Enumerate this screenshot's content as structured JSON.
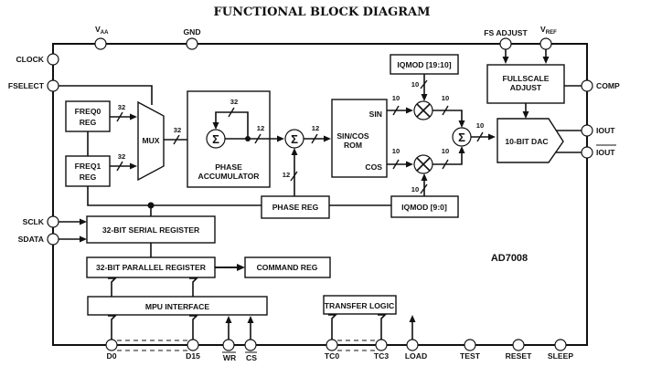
{
  "title": "FUNCTIONAL BLOCK DIAGRAM",
  "chip_name": "AD7008",
  "pins": {
    "vaa": {
      "main": "V",
      "sub": "AA"
    },
    "gnd": "GND",
    "fs_adjust": "FS ADJUST",
    "vref": {
      "main": "V",
      "sub": "REF"
    },
    "clock": "CLOCK",
    "fselect": "FSELECT",
    "sclk": "SCLK",
    "sdata": "SDATA",
    "comp": "COMP",
    "iout": "IOUT",
    "iout_bar": "IOUT",
    "d0": "D0",
    "d15": "D15",
    "wr": "WR",
    "cs": "CS",
    "tc0": "TC0",
    "tc3": "TC3",
    "load": "LOAD",
    "test": "TEST",
    "reset": "RESET",
    "sleep": "SLEEP"
  },
  "blocks": {
    "freq0_reg": [
      "FREQ0",
      "REG"
    ],
    "freq1_reg": [
      "FREQ1",
      "REG"
    ],
    "mux": "MUX",
    "phase_accumulator": [
      "PHASE",
      "ACCUMULATOR"
    ],
    "sin_cos_rom": [
      "SIN/COS",
      "ROM"
    ],
    "sin_out": "SIN",
    "cos_out": "COS",
    "iqmod_hi": "IQMOD [19:10]",
    "iqmod_lo": "IQMOD [9:0]",
    "fullscale_adjust": [
      "FULLSCALE",
      "ADJUST"
    ],
    "dac": "10-BIT DAC",
    "phase_reg": "PHASE REG",
    "serial_register": "32-BIT SERIAL REGISTER",
    "parallel_register": "32-BIT  PARALLEL REGISTER",
    "command_reg": "COMMAND REG",
    "mpu_interface": "MPU INTERFACE",
    "transfer_logic": "TRANSFER LOGIC"
  },
  "symbols": {
    "sum": "Σ",
    "multiply": "×"
  },
  "bus_widths": {
    "freq0_to_mux": "32",
    "freq1_to_mux": "32",
    "mux_out": "32",
    "acc_feedback": "32",
    "acc_out": "12",
    "phase_sum_out": "12",
    "phase_reg_out": "12",
    "sin_out": "10",
    "cos_out": "10",
    "iqmod_hi_out": "10",
    "iqmod_lo_out": "10",
    "mult_top_out": "10",
    "mult_bot_out": "10",
    "dac_in": "10"
  }
}
